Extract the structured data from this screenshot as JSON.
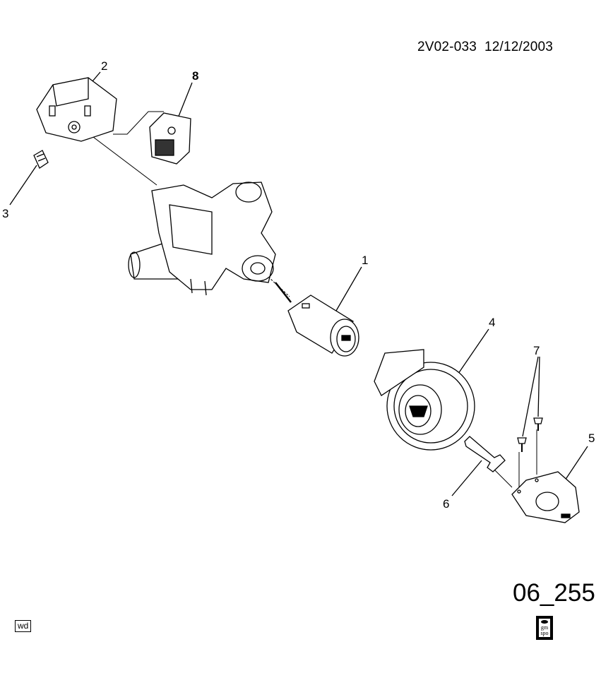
{
  "header": {
    "doc_id": "2V02-033",
    "date": "12/12/2003"
  },
  "figure_number": "06_255",
  "badge_wd": "wd",
  "logo": {
    "text_top": "gm",
    "text_bottom": "spo"
  },
  "callouts": [
    "1",
    "2",
    "3",
    "4",
    "5",
    "6",
    "7",
    "8"
  ]
}
